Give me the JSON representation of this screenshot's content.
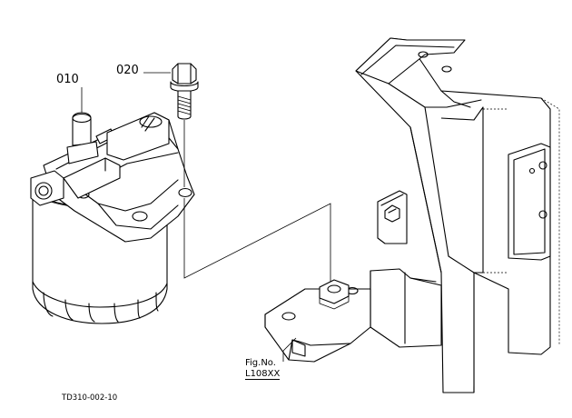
{
  "parts": {
    "filter_label": "010",
    "bolt_label": "020"
  },
  "figure_ref": {
    "line1": "Fig.No.",
    "line2": "L108XX"
  },
  "drawing_code": "TD310-002-10",
  "colors": {
    "ink": "#000000",
    "paper": "#ffffff"
  }
}
